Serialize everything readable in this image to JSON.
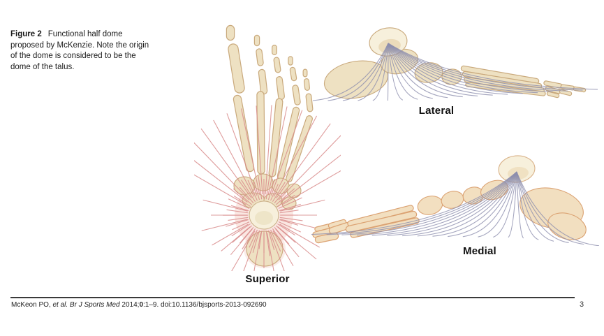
{
  "caption": {
    "label": "Figure 2",
    "lines": [
      "Functional half dome",
      "proposed by McKenzie. Note the origin",
      "of the dome is considered to be the",
      "dome of the talus."
    ]
  },
  "figure": {
    "views": [
      {
        "label": "Superior",
        "line_color": "#d98b8b"
      },
      {
        "label": "Lateral",
        "line_color": "#8d8fae"
      },
      {
        "label": "Medial",
        "line_color": "#8d8fae"
      }
    ],
    "bone_fill": "#eee1c2",
    "bone_outline": "#c9a97c",
    "dome_fill": "#f7f0dc"
  },
  "footer": {
    "citation": {
      "authors": "McKeon PO, ",
      "etal_journal": "et al. Br J Sports Med ",
      "year": "2014;",
      "volume": "0",
      "rest": ":1–9. doi:10.1136/bjsports-2013-092690"
    },
    "page_number": "3"
  }
}
